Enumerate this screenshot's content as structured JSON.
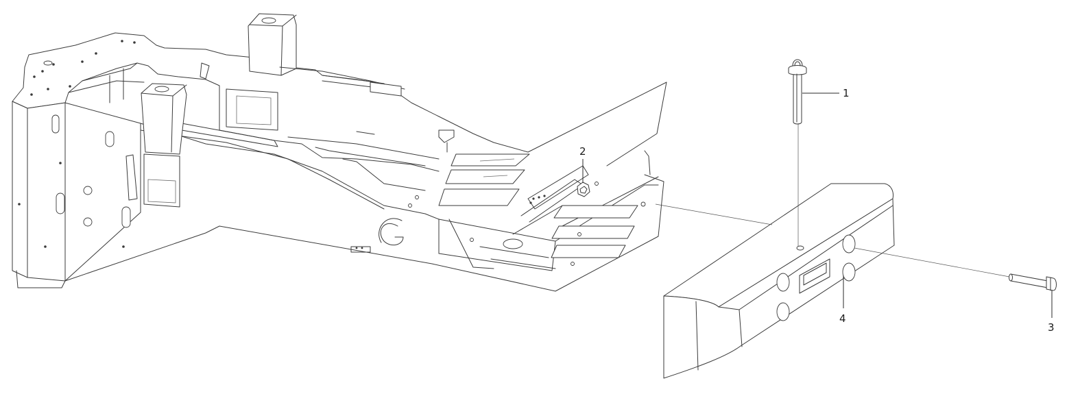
{
  "callouts": [
    {
      "id": "1",
      "label": "1"
    },
    {
      "id": "2",
      "label": "2"
    },
    {
      "id": "3",
      "label": "3"
    },
    {
      "id": "4",
      "label": "4"
    }
  ],
  "colors": {
    "line": "#3a3a3a",
    "background": "#ffffff"
  }
}
